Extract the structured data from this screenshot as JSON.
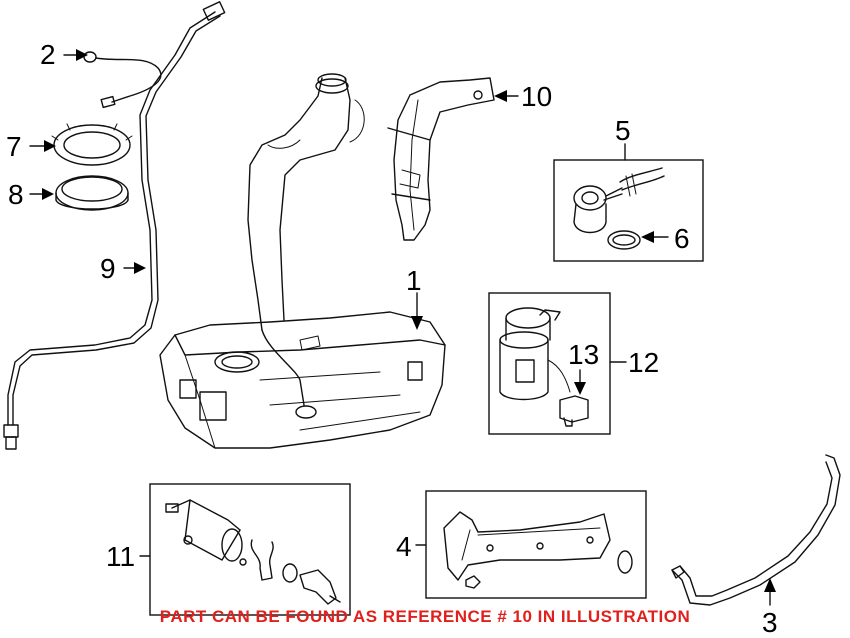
{
  "callouts": {
    "c1": "1",
    "c2": "2",
    "c3": "3",
    "c4": "4",
    "c5": "5",
    "c6": "6",
    "c7": "7",
    "c8": "8",
    "c9": "9",
    "c10": "10",
    "c11": "11",
    "c12": "12",
    "c13": "13"
  },
  "note": {
    "text": "PART CAN BE FOUND AS REFERENCE # 10 IN ILLUSTRATION",
    "color": "#e0201d"
  }
}
